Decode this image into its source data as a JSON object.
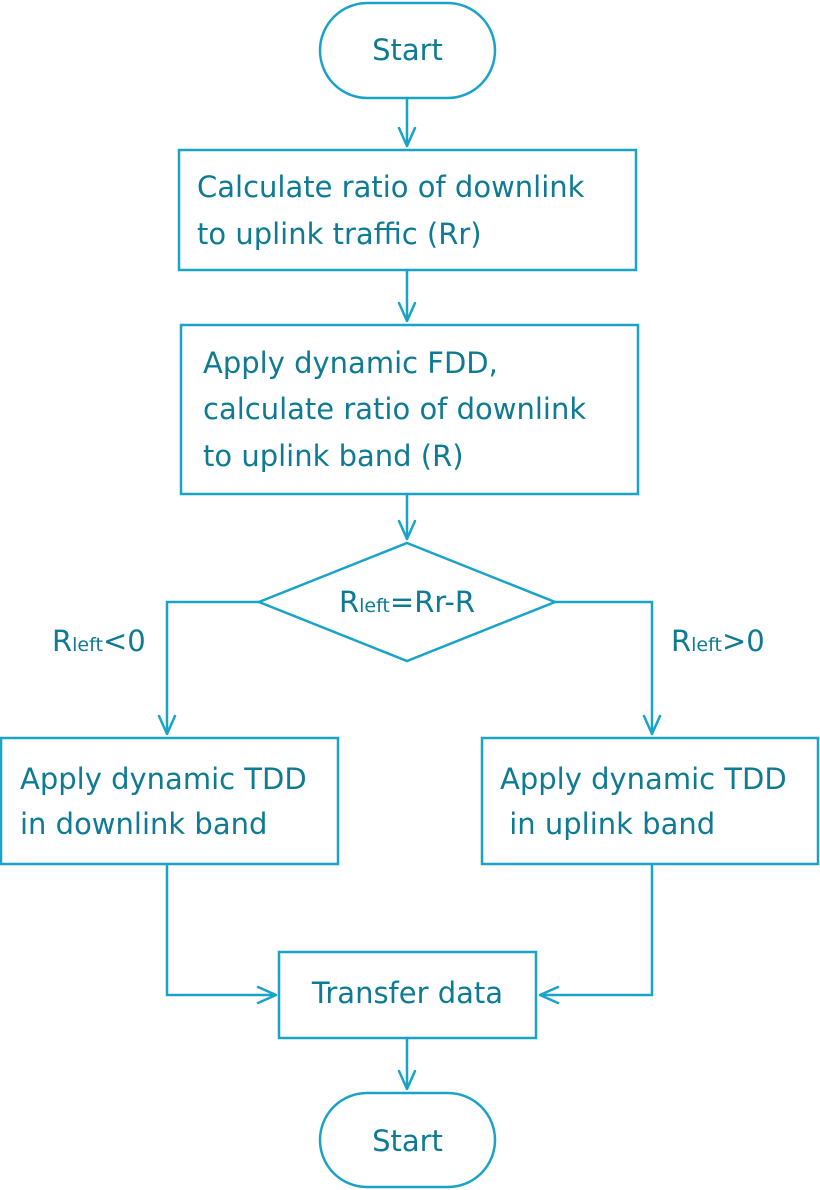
{
  "nodes": {
    "start_top": "Start",
    "calc_traffic": [
      "Calculate ratio of downlink",
      "to uplink traffic (Rr)"
    ],
    "apply_fdd": [
      "Apply dynamic FDD,",
      "calculate ratio of downlink",
      "to uplink band (R)"
    ],
    "decision": {
      "base": "R",
      "sub": "left",
      "rest": "=Rr-R"
    },
    "tdd_downlink": [
      "Apply dynamic TDD",
      "in downlink band"
    ],
    "tdd_uplink": [
      "Apply dynamic TDD",
      " in uplink band"
    ],
    "transfer": "Transfer data",
    "start_bottom": "Start"
  },
  "branches": {
    "left": {
      "base": "R",
      "sub": "left",
      "rest": "<0"
    },
    "right": {
      "base": "R",
      "sub": "left",
      "rest": ">0"
    }
  }
}
